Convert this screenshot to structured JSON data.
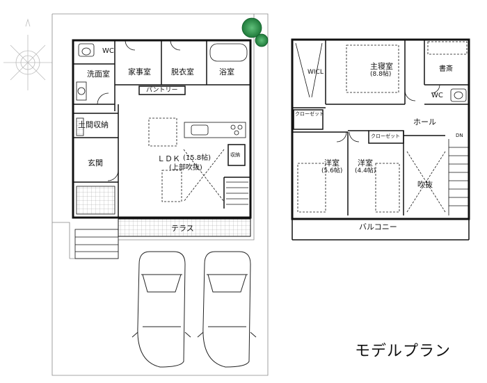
{
  "plan_title": "モデルプラン",
  "floor1": {
    "wc": "WC",
    "kajishitsu": "家事室",
    "datsuishitsu": "脱衣室",
    "yokushitsu": "浴室",
    "senmenshitsu": "洗面室",
    "pantry": "パントリー",
    "doma_shuno": "土間収納",
    "genkan": "玄関",
    "ldk": "ＬＤＫ",
    "ldk_size": "(15.8帖)",
    "ldk_note": "(上部吹抜)",
    "shuno": "収納",
    "terrace": "テラス"
  },
  "floor2": {
    "wicl": "WICL",
    "master_bedroom": "主寝室",
    "master_size": "(8.8帖)",
    "study": "書斎",
    "wc": "WC",
    "closet_left": "クローゼット",
    "closet_mid": "クローゼット",
    "hall": "ホール",
    "youshitsu1": "洋室",
    "youshitsu1_size": "(5.6帖)",
    "youshitsu2": "洋室",
    "youshitsu2_size": "(4.4帖)",
    "fukinuke": "吹抜",
    "dn": "DN",
    "balcony": "バルコニー"
  }
}
